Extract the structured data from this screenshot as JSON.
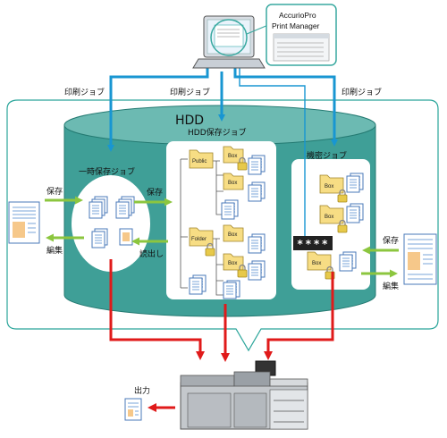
{
  "colors": {
    "hdd_fill": "#3f9f97",
    "hdd_edge": "#247a72",
    "blue_arrow": "#1896d2",
    "green_arrow": "#8cc63f",
    "red_arrow": "#e01a1a",
    "frame_edge": "#2aa59a",
    "password_bg": "#222222"
  },
  "app": {
    "line1": "AccurioPro",
    "line2": "Print Manager"
  },
  "print_job_labels": [
    "印刷ジョブ",
    "印刷ジョブ",
    "印刷ジョブ"
  ],
  "hdd": {
    "title": "HDD"
  },
  "sections": {
    "temporary": "一時保存ジョブ",
    "hdd_saved": "HDD保存ジョブ",
    "secure": "機密ジョブ"
  },
  "arrows": {
    "save_in": "保存",
    "save_out": "保存",
    "edit_left": "編集",
    "read": "読出し",
    "save_right": "保存",
    "edit_right": "編集",
    "output": "出力"
  },
  "folders": {
    "public": "Public",
    "folder": "Folder",
    "box": "Box"
  },
  "password_mask": "****",
  "icons": [
    "computer-icon",
    "app-window-icon",
    "document-icon",
    "folder-icon",
    "lock-icon",
    "printer-icon"
  ]
}
